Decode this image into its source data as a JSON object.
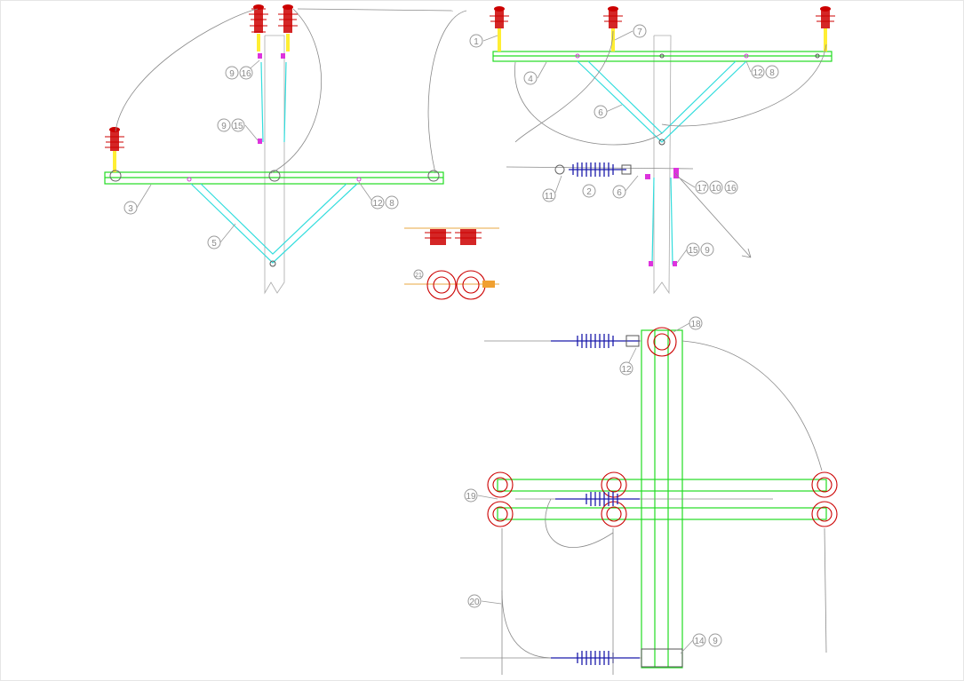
{
  "callouts": {
    "left_view": [
      "9",
      "16",
      "9",
      "15",
      "3",
      "5",
      "12",
      "8"
    ],
    "top_right_view": [
      "1",
      "7",
      "4",
      "12",
      "8",
      "6",
      "11",
      "2",
      "6",
      "17",
      "10",
      "16",
      "15",
      "9"
    ],
    "small_detail": [
      "21"
    ],
    "plan_view": [
      "18",
      "12",
      "19",
      "20",
      "14",
      "9"
    ]
  },
  "colors": {
    "crossarm": "#22dd22",
    "brace": "#33dddd",
    "insulator": "#cc0000",
    "suspension_insulator": "#1a1aaa",
    "hardware": "#dd33dd",
    "pin": "#ffee33",
    "wire": "#8a8a8a",
    "callout": "#9a9a9a"
  }
}
